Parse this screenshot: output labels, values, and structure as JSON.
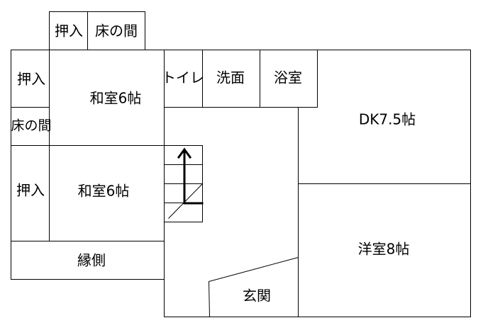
{
  "floor_plan": {
    "rooms": {
      "oshiire_top": "押入",
      "tokonoma_top": "床の間",
      "toilet": "トイレ",
      "washroom": "洗面",
      "bathroom": "浴室",
      "oshiire_left_upper": "押入",
      "washitsu_upper": "和室6帖",
      "tokonoma_left": "床の間",
      "dk": "DK7.5帖",
      "oshiire_left_lower": "押入",
      "washitsu_lower": "和室6帖",
      "engawa": "縁側",
      "youshitsu": "洋室8帖",
      "genkan": "玄関"
    }
  }
}
